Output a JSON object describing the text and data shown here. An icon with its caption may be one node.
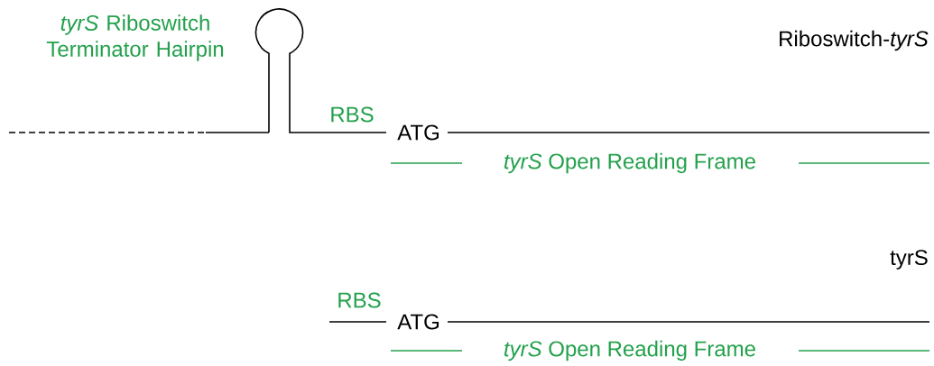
{
  "diagram": {
    "labels": [
      "*tyrS* Riboswitch Terminator Hairpin",
      "Riboswitch-*tyrS*",
      "RBS",
      "ATG",
      "*tyrS* Open Reading Frame",
      "tyrS",
      "RBS",
      "ATG",
      "*tyrS* Open Reading Frame"
    ]
  }
}
